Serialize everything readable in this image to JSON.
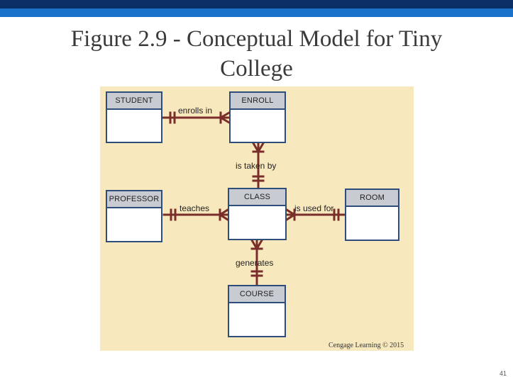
{
  "title": {
    "line1": "Figure 2.9 - Conceptual Model for Tiny",
    "line2": "College"
  },
  "entities": {
    "student": "STUDENT",
    "enroll": "ENROLL",
    "professor": "PROFESSOR",
    "class": "CLASS",
    "room": "ROOM",
    "course": "COURSE"
  },
  "relationships": {
    "enrolls_in": "enrolls in",
    "is_taken_by": "is taken by",
    "teaches": "teaches",
    "is_used_for": "is used for",
    "generates": "generates"
  },
  "credit": "Cengage Learning © 2015",
  "page_mark": "41",
  "colors": {
    "line": "#7a2e2a",
    "entity_border": "#2f4d7a",
    "entity_header": "#c8cbd1",
    "panel": "#f8e8bd"
  }
}
